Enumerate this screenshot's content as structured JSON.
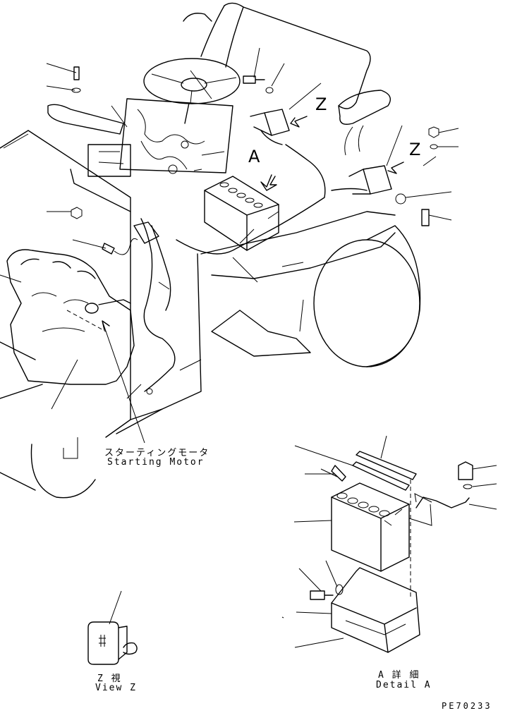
{
  "callouts": {
    "view_z_top": "Z",
    "view_z_right": "Z",
    "detail_a": "A"
  },
  "starting_motor": {
    "jp": "スターティングモータ",
    "en": "Starting Motor"
  },
  "view_z": {
    "jp": "Z 視",
    "en": "View Z"
  },
  "detail_a": {
    "jp": "A 詳 細",
    "en": "Detail A"
  },
  "drawing_code": "PE70233"
}
